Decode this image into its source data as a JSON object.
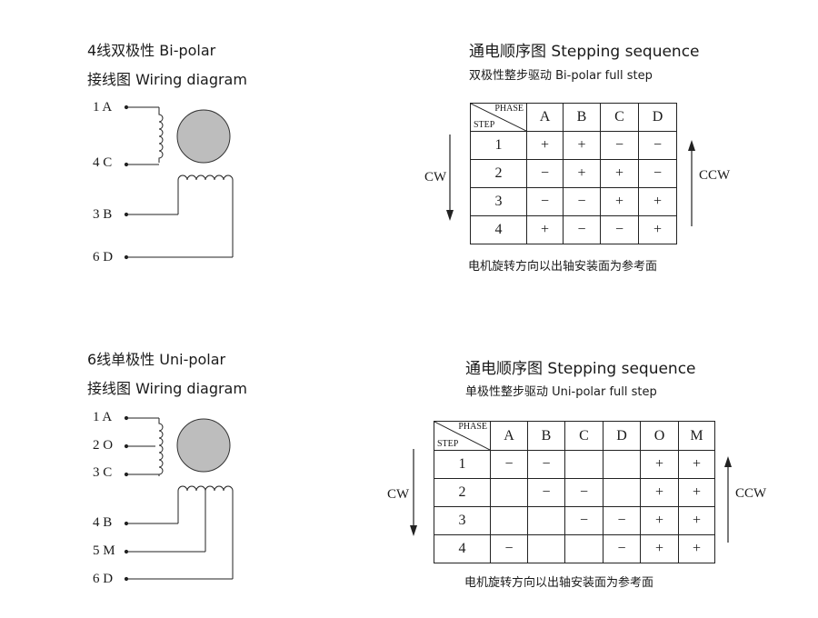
{
  "bipolar": {
    "title": "4线双极性 Bi-polar",
    "wiring_label": "接线图 Wiring diagram",
    "pins": [
      "1 A",
      "4 C",
      "3 B",
      "6 D"
    ],
    "seq_title": "通电顺序图 Stepping sequence",
    "seq_subtitle": "双极性整步驱动 Bi-polar full step",
    "header_phase": "PHASE",
    "header_step": "STEP",
    "columns": [
      "A",
      "B",
      "C",
      "D"
    ],
    "rows": [
      {
        "step": "1",
        "cells": [
          "+",
          "+",
          "−",
          "−"
        ]
      },
      {
        "step": "2",
        "cells": [
          "−",
          "+",
          "+",
          "−"
        ]
      },
      {
        "step": "3",
        "cells": [
          "−",
          "−",
          "+",
          "+"
        ]
      },
      {
        "step": "4",
        "cells": [
          "+",
          "−",
          "−",
          "+"
        ]
      }
    ],
    "cw": "CW",
    "ccw": "CCW",
    "note": "电机旋转方向以出轴安装面为参考面"
  },
  "unipolar": {
    "title": "6线单极性 Uni-polar",
    "wiring_label": "接线图 Wiring diagram",
    "pins": [
      "1 A",
      "2 O",
      "3 C",
      "4 B",
      "5 M",
      "6 D"
    ],
    "seq_title": "通电顺序图 Stepping sequence",
    "seq_subtitle": "单极性整步驱动 Uni-polar full step",
    "header_phase": "PHASE",
    "header_step": "STEP",
    "columns": [
      "A",
      "B",
      "C",
      "D",
      "O",
      "M"
    ],
    "rows": [
      {
        "step": "1",
        "cells": [
          "−",
          "−",
          "",
          "",
          "+",
          "+"
        ]
      },
      {
        "step": "2",
        "cells": [
          "",
          "−",
          "−",
          "",
          "+",
          "+"
        ]
      },
      {
        "step": "3",
        "cells": [
          "",
          "",
          "−",
          "−",
          "+",
          "+"
        ]
      },
      {
        "step": "4",
        "cells": [
          "−",
          "",
          "",
          "−",
          "+",
          "+"
        ]
      }
    ],
    "cw": "CW",
    "ccw": "CCW",
    "note": "电机旋转方向以出轴安装面为参考面"
  }
}
